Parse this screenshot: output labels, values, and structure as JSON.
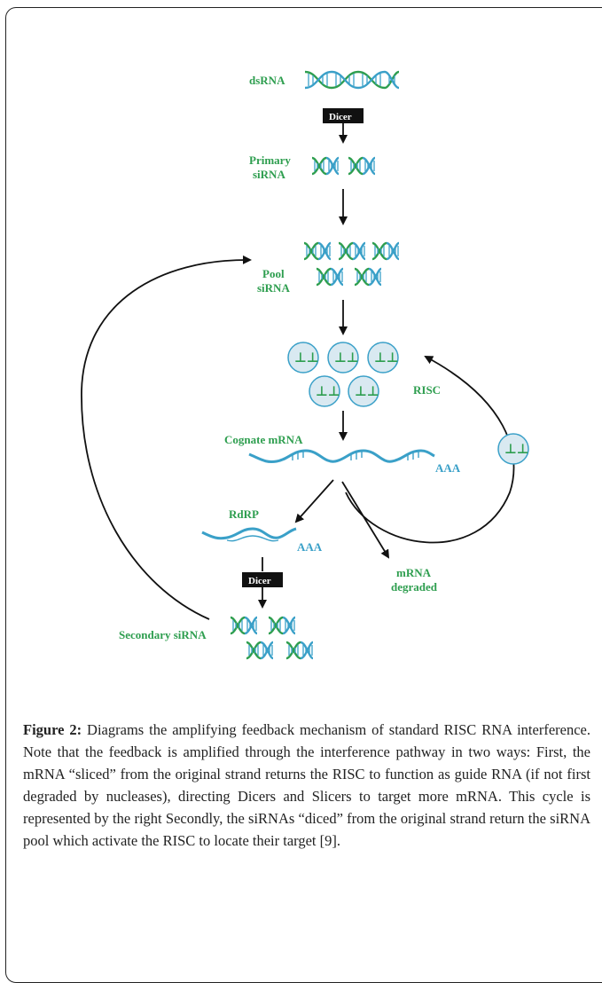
{
  "diagram": {
    "labels": {
      "dsrna": "dsRNA",
      "dicer_top": "Dicer",
      "primary_line1": "Primary",
      "primary_line2": "siRNA",
      "pool_line1": "Pool",
      "pool_line2": "siRNA",
      "risc": "RISC",
      "risc_glyph": "⊥⊥",
      "cognate": "Cognate mRNA",
      "aaa_top": "AAA",
      "rdrp": "RdRP",
      "aaa_bottom": "AAA",
      "degraded_line1": "mRNA",
      "degraded_line2": "degraded",
      "dicer_bottom": "Dicer",
      "secondary": "Secondary siRNA"
    },
    "colors": {
      "green": "#2e9e4f",
      "blue": "#3aa0c8",
      "risc_fill": "#d9e9f1",
      "dicer_box": "#111111"
    }
  },
  "caption": {
    "prefix": "Figure 2:",
    "text": " Diagrams the amplifying feedback mechanism of standard RISC RNA interference. Note that the feedback is amplified through the interference pathway in two ways: First, the mRNA “sliced” from the original strand returns the RISC to function as guide RNA (if not first degraded by nucleases), directing Dicers and Slicers to target more mRNA. This cycle is represented by the right Secondly, the siRNAs “diced” from the original strand return the siRNA pool which activate the RISC to locate their target [9]."
  }
}
